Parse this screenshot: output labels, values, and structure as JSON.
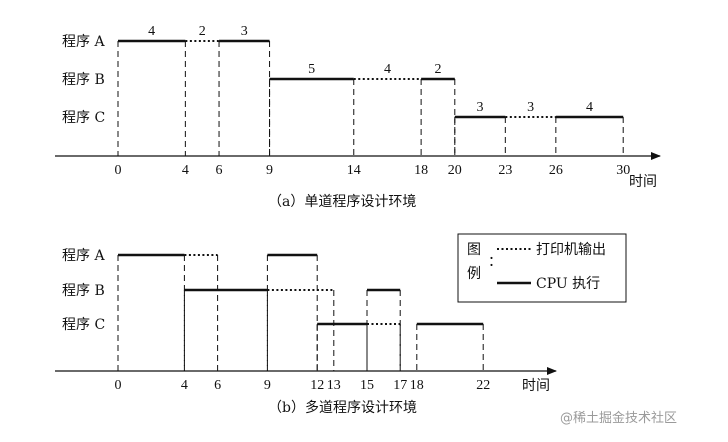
{
  "diagrams": [
    {
      "caption": "（a）单道程序设计环境",
      "time_label": "时间",
      "ticks": [
        0,
        4,
        6,
        9,
        14,
        18,
        20,
        23,
        26,
        30
      ],
      "rows": [
        {
          "label": "程序 A",
          "segments": [
            {
              "start": 0,
              "end": 4,
              "kind": "cpu",
              "duration": "4"
            },
            {
              "start": 4,
              "end": 6,
              "kind": "print",
              "duration": "2"
            },
            {
              "start": 6,
              "end": 9,
              "kind": "cpu",
              "duration": "3"
            }
          ]
        },
        {
          "label": "程序 B",
          "segments": [
            {
              "start": 9,
              "end": 14,
              "kind": "cpu",
              "duration": "5"
            },
            {
              "start": 14,
              "end": 18,
              "kind": "print",
              "duration": "4"
            },
            {
              "start": 18,
              "end": 20,
              "kind": "cpu",
              "duration": "2"
            }
          ]
        },
        {
          "label": "程序 C",
          "segments": [
            {
              "start": 20,
              "end": 23,
              "kind": "cpu",
              "duration": "3"
            },
            {
              "start": 23,
              "end": 26,
              "kind": "print",
              "duration": "3"
            },
            {
              "start": 26,
              "end": 30,
              "kind": "cpu",
              "duration": "4"
            }
          ]
        }
      ]
    },
    {
      "caption": "（b）多道程序设计环境",
      "time_label": "时间",
      "ticks": [
        0,
        4,
        6,
        9,
        12,
        13,
        15,
        17,
        18,
        22
      ],
      "rows": [
        {
          "label": "程序 A",
          "segments": [
            {
              "start": 0,
              "end": 4,
              "kind": "cpu"
            },
            {
              "start": 4,
              "end": 6,
              "kind": "print"
            },
            {
              "start": 9,
              "end": 12,
              "kind": "cpu"
            }
          ]
        },
        {
          "label": "程序 B",
          "segments": [
            {
              "start": 4,
              "end": 9,
              "kind": "cpu"
            },
            {
              "start": 9,
              "end": 13,
              "kind": "print"
            },
            {
              "start": 15,
              "end": 17,
              "kind": "cpu"
            }
          ]
        },
        {
          "label": "程序 C",
          "segments": [
            {
              "start": 12,
              "end": 15,
              "kind": "cpu"
            },
            {
              "start": 15,
              "end": 17,
              "kind": "print"
            },
            {
              "start": 18,
              "end": 22,
              "kind": "cpu"
            }
          ]
        }
      ]
    }
  ],
  "legend": {
    "title": "图例：",
    "print_label": "打印机输出",
    "cpu_label": "CPU 执行"
  },
  "watermark": "@稀土掘金技术社区"
}
